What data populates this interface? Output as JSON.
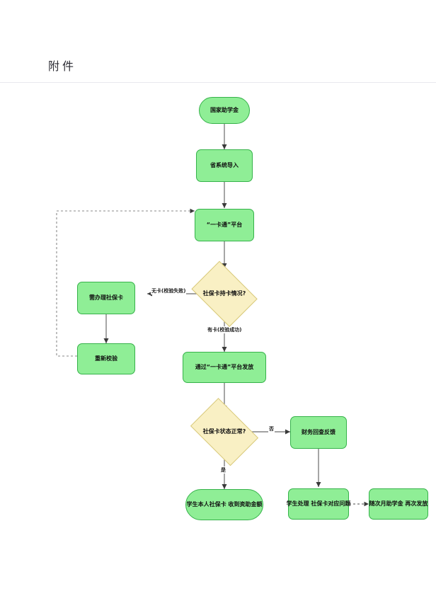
{
  "document": {
    "title": "附件"
  },
  "flowchart": {
    "type": "flowchart",
    "orientation": "top-down",
    "palette": {
      "process_fill": "#8fee96",
      "process_border": "#36b24a",
      "decision_fill": "#f9f0c4",
      "decision_border": "#d8c97a",
      "edge_color": "#6b6b6b",
      "text_color": "#101010",
      "page_background": "#ffffff"
    },
    "nodes": [
      {
        "id": "n1",
        "label": "国家助学金",
        "shape": "stadium"
      },
      {
        "id": "n2",
        "label": "省系统导入",
        "shape": "rounded-rect"
      },
      {
        "id": "n3",
        "label": "“一卡通”平台",
        "shape": "rounded-rect"
      },
      {
        "id": "n4",
        "label": "社保卡持卡情况?",
        "shape": "diamond"
      },
      {
        "id": "n5",
        "label": "需办理社保卡",
        "shape": "rounded-rect"
      },
      {
        "id": "n6",
        "label": "重新校验",
        "shape": "rounded-rect"
      },
      {
        "id": "n7",
        "label": "通过“一卡通”平台发放",
        "shape": "rounded-rect"
      },
      {
        "id": "n8",
        "label": "社保卡状态正常?",
        "shape": "diamond"
      },
      {
        "id": "n9",
        "label": "财务回查反馈",
        "shape": "rounded-rect"
      },
      {
        "id": "n10",
        "label": "学生本人社保卡 收到资助金额",
        "shape": "stadium"
      },
      {
        "id": "n11",
        "label": "学生处理 社保卡对应问题",
        "shape": "rounded-rect"
      },
      {
        "id": "n12",
        "label": "随次月助学金 再次发放",
        "shape": "rounded-rect"
      }
    ],
    "edges": [
      {
        "from": "n1",
        "to": "n2",
        "label": "",
        "style": "solid"
      },
      {
        "from": "n2",
        "to": "n3",
        "label": "",
        "style": "solid"
      },
      {
        "from": "n3",
        "to": "n4",
        "label": "",
        "style": "solid"
      },
      {
        "from": "n4",
        "to": "n5",
        "label": "无卡(校验失败)",
        "style": "solid"
      },
      {
        "from": "n5",
        "to": "n6",
        "label": "",
        "style": "solid"
      },
      {
        "from": "n6",
        "to": "n3",
        "label": "",
        "style": "dashed"
      },
      {
        "from": "n4",
        "to": "n7",
        "label": "有卡(校验成功)",
        "style": "solid"
      },
      {
        "from": "n7",
        "to": "n8",
        "label": "",
        "style": "solid"
      },
      {
        "from": "n8",
        "to": "n10",
        "label": "是",
        "style": "solid"
      },
      {
        "from": "n8",
        "to": "n9",
        "label": "否",
        "style": "solid"
      },
      {
        "from": "n9",
        "to": "n11",
        "label": "",
        "style": "solid"
      },
      {
        "from": "n11",
        "to": "n12",
        "label": "",
        "style": "dashed"
      }
    ],
    "edge_labels": {
      "no_card": "无卡(校验失败)",
      "has_card": "有卡(校验成功)",
      "yes": "是",
      "no": "否"
    }
  }
}
